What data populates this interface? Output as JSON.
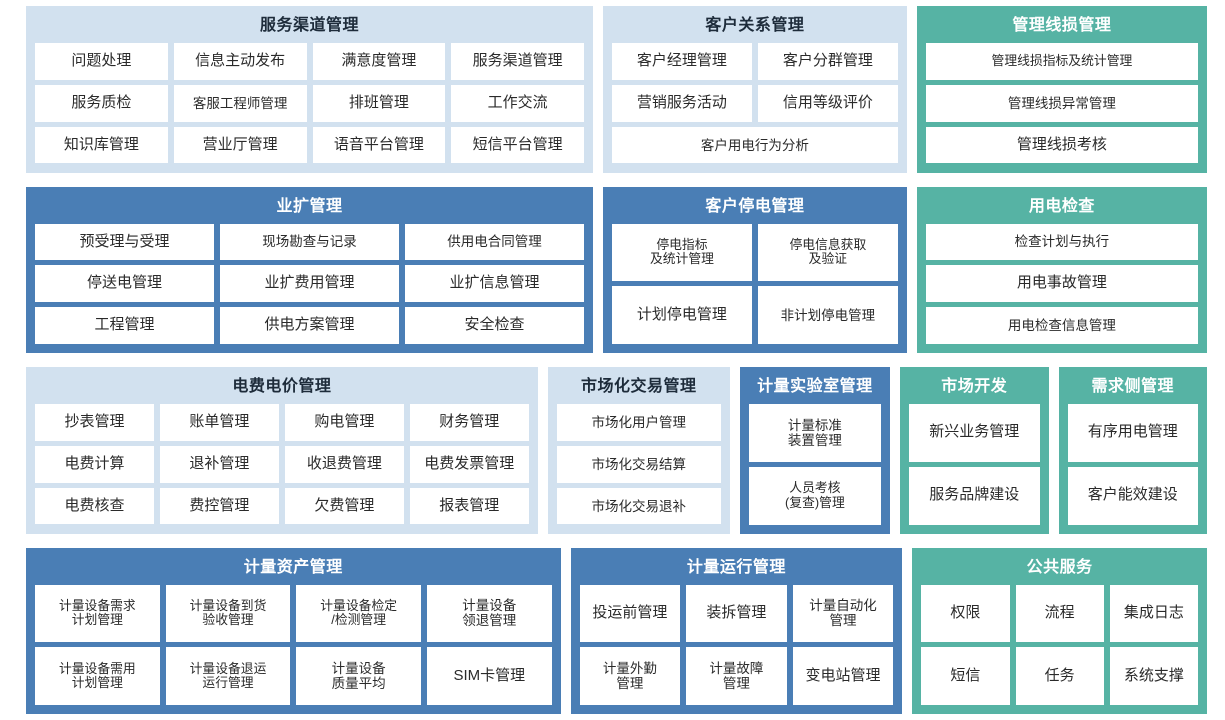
{
  "theme": {
    "light_blue": "#d2e1ef",
    "blue": "#4a7eb5",
    "green": "#56b3a4",
    "tile_bg": "#ffffff",
    "tile_text": "#2a2a2a"
  },
  "rows": [
    {
      "name": "row-1",
      "panels": [
        {
          "id": "service-channel-management",
          "title": "服务渠道管理",
          "theme": "lightblue",
          "grow": 6.05,
          "tile_rows": [
            [
              "问题处理",
              "信息主动发布",
              "满意度管理",
              "服务渠道管理"
            ],
            [
              "服务质检",
              "客服工程师管理",
              "排班管理",
              "工作交流"
            ],
            [
              "知识库管理",
              "营业厅管理",
              "语音平台管理",
              "短信平台管理"
            ]
          ]
        },
        {
          "id": "customer-relationship-management",
          "title": "客户关系管理",
          "theme": "lightblue",
          "grow": 3.15,
          "tile_rows": [
            [
              "客户经理管理",
              "客户分群管理"
            ],
            [
              "营销服务活动",
              "信用等级评价"
            ],
            [
              "客户用电行为分析"
            ]
          ]
        },
        {
          "id": "management-line-loss",
          "title": "管理线损管理",
          "theme": "green",
          "grow": 3.0,
          "tile_rows": [
            [
              "管理线损指标及统计管理"
            ],
            [
              "管理线损异常管理"
            ],
            [
              "管理线损考核"
            ]
          ]
        }
      ]
    },
    {
      "name": "row-2",
      "panels": [
        {
          "id": "business-expansion-management",
          "title": "业扩管理",
          "theme": "blue",
          "grow": 6.05,
          "tile_rows": [
            [
              "预受理与受理",
              "现场勘查与记录",
              "供用电合同管理"
            ],
            [
              "停送电管理",
              "业扩费用管理",
              "业扩信息管理"
            ],
            [
              "工程管理",
              "供电方案管理",
              "安全检查"
            ]
          ]
        },
        {
          "id": "customer-outage-management",
          "title": "客户停电管理",
          "theme": "blue",
          "grow": 3.15,
          "tile_rows": [
            [
              "停电指标\n及统计管理",
              "停电信息获取\n及验证"
            ],
            [
              "计划停电管理",
              "非计划停电管理"
            ]
          ]
        },
        {
          "id": "electricity-inspection",
          "title": "用电检查",
          "theme": "green",
          "grow": 3.0,
          "tile_rows": [
            [
              "检查计划与执行"
            ],
            [
              "用电事故管理"
            ],
            [
              "用电检查信息管理"
            ]
          ]
        }
      ]
    },
    {
      "name": "row-3",
      "panels": [
        {
          "id": "electricity-fee-price-management",
          "title": "电费电价管理",
          "theme": "lightblue",
          "grow": 5.6,
          "tile_rows": [
            [
              "抄表管理",
              "账单管理",
              "购电管理",
              "财务管理"
            ],
            [
              "电费计算",
              "退补管理",
              "收退费管理",
              "电费发票管理"
            ],
            [
              "电费核查",
              "费控管理",
              "欠费管理",
              "报表管理"
            ]
          ]
        },
        {
          "id": "market-transaction-management",
          "title": "市场化交易管理",
          "theme": "lightblue",
          "grow": 1.86,
          "tile_rows": [
            [
              "市场化用户管理"
            ],
            [
              "市场化交易结算"
            ],
            [
              "市场化交易退补"
            ]
          ]
        },
        {
          "id": "metering-laboratory-management",
          "title": "计量实验室管理",
          "theme": "blue",
          "grow": 1.5,
          "tile_rows": [
            [
              "计量标准\n装置管理"
            ],
            [
              "人员考核\n(复查)管理"
            ]
          ]
        },
        {
          "id": "market-development",
          "title": "市场开发",
          "theme": "green",
          "grow": 1.48,
          "tile_rows": [
            [
              "新兴业务管理"
            ],
            [
              "服务品牌建设"
            ]
          ]
        },
        {
          "id": "demand-side-management",
          "title": "需求侧管理",
          "theme": "green",
          "grow": 1.48,
          "tile_rows": [
            [
              "有序用电管理"
            ],
            [
              "客户能效建设"
            ]
          ]
        }
      ]
    },
    {
      "name": "row-4",
      "panels": [
        {
          "id": "metering-asset-management",
          "title": "计量资产管理",
          "theme": "blue",
          "grow": 5.6,
          "tile_rows": [
            [
              "计量设备需求\n计划管理",
              "计量设备到货\n验收管理",
              "计量设备检定\n/检测管理",
              "计量设备\n领退管理"
            ],
            [
              "计量设备需用\n计划管理",
              "计量设备退运\n运行管理",
              "计量设备\n质量平均",
              "SIM卡管理"
            ]
          ]
        },
        {
          "id": "metering-operation-management",
          "title": "计量运行管理",
          "theme": "blue",
          "grow": 3.4,
          "tile_rows": [
            [
              "投运前管理",
              "装拆管理",
              "计量自动化\n管理"
            ],
            [
              "计量外勤\n管理",
              "计量故障\n管理",
              "变电站管理"
            ]
          ]
        },
        {
          "id": "public-services",
          "title": "公共服务",
          "theme": "green",
          "grow": 3.0,
          "tile_rows": [
            [
              "权限",
              "流程",
              "集成日志"
            ],
            [
              "短信",
              "任务",
              "系统支撑"
            ]
          ]
        }
      ]
    }
  ]
}
